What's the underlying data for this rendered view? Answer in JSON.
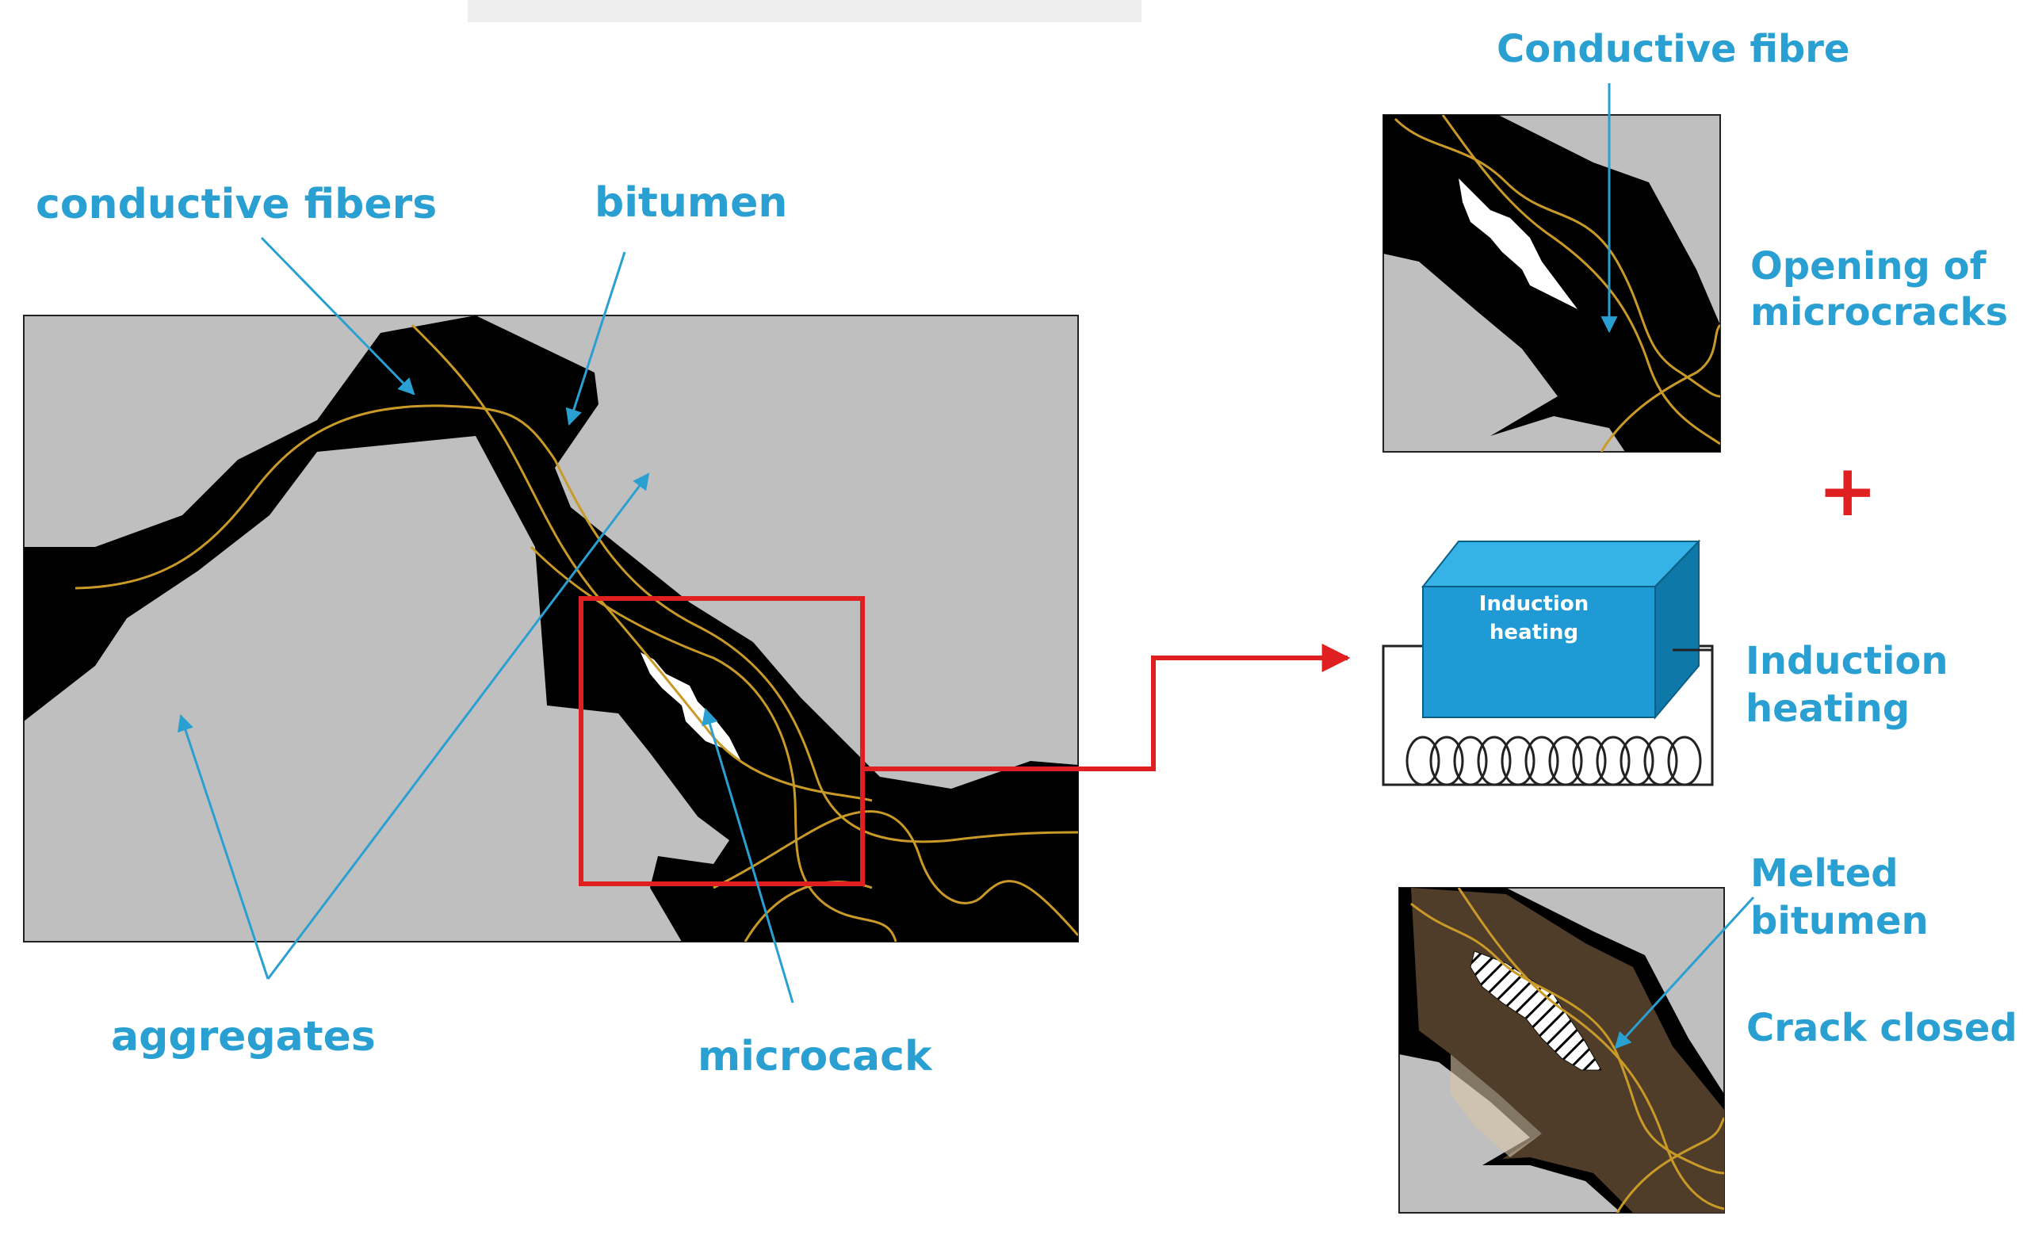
{
  "labels": {
    "conductive_fibers": "conductive fibers",
    "bitumen": "bitumen",
    "aggregates": "aggregates",
    "microcack": "microcack",
    "conductive_fibre": "Conductive fibre",
    "opening_line1": "Opening of",
    "opening_line2": "microcracks",
    "induction_line1": "Induction",
    "induction_line2": "heating",
    "box_line1": "Induction",
    "box_line2": "heating",
    "melted_line1": "Melted",
    "melted_line2": "bitumen",
    "crack_closed": "Crack closed",
    "plus": "+"
  },
  "colors": {
    "label": "#2aa0d2",
    "aggregate": "#bfbfbf",
    "bitumen": "#000000",
    "melted_bitumen": "#4f3d29",
    "fiber": "#c99a28",
    "highlight": "#e02020",
    "heater_front": "#1f9ad4",
    "heater_top": "#35b3e6",
    "heater_side": "#0e78a8"
  }
}
